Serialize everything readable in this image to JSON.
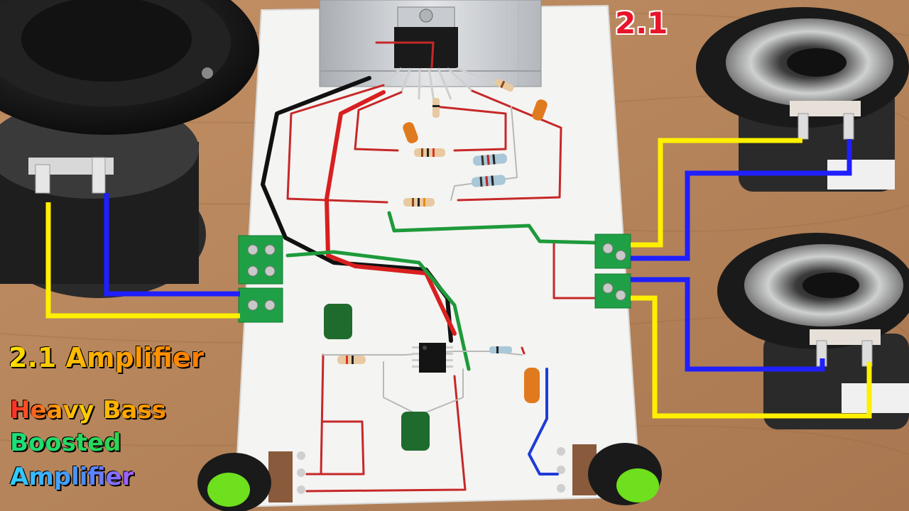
{
  "overlay": {
    "badge": "2.1",
    "title": "2.1 Amplifier",
    "tagline": [
      "Heavy Bass",
      "Boosted",
      "Amplifier"
    ]
  },
  "colors": {
    "wood": "#b98a5f",
    "board": "#f4f4f2",
    "wire_yellow": "#fff000",
    "wire_blue": "#1f1fff",
    "wire_red": "#d81f1f",
    "wire_black": "#111111",
    "wire_green": "#1e9a3a",
    "terminal_green": "#1fa046",
    "knob_green": "#6ee01e",
    "capacitor_green": "#1f6b2e",
    "capacitor_orange": "#e07a1f",
    "heatsink": "#c9ccd0",
    "badge_red": "#e8142a"
  },
  "objects": {
    "subwoofer": "subwoofer-speaker",
    "speakers": [
      "right-speaker-top",
      "right-speaker-bottom"
    ],
    "ic": "power-amp-ic-on-heatsink",
    "preamp_ic": "dip-8-op-amp",
    "potentiometers": [
      "left-potentiometer",
      "right-potentiometer"
    ],
    "terminals": [
      "left-terminal-block",
      "right-terminal-block"
    ]
  }
}
